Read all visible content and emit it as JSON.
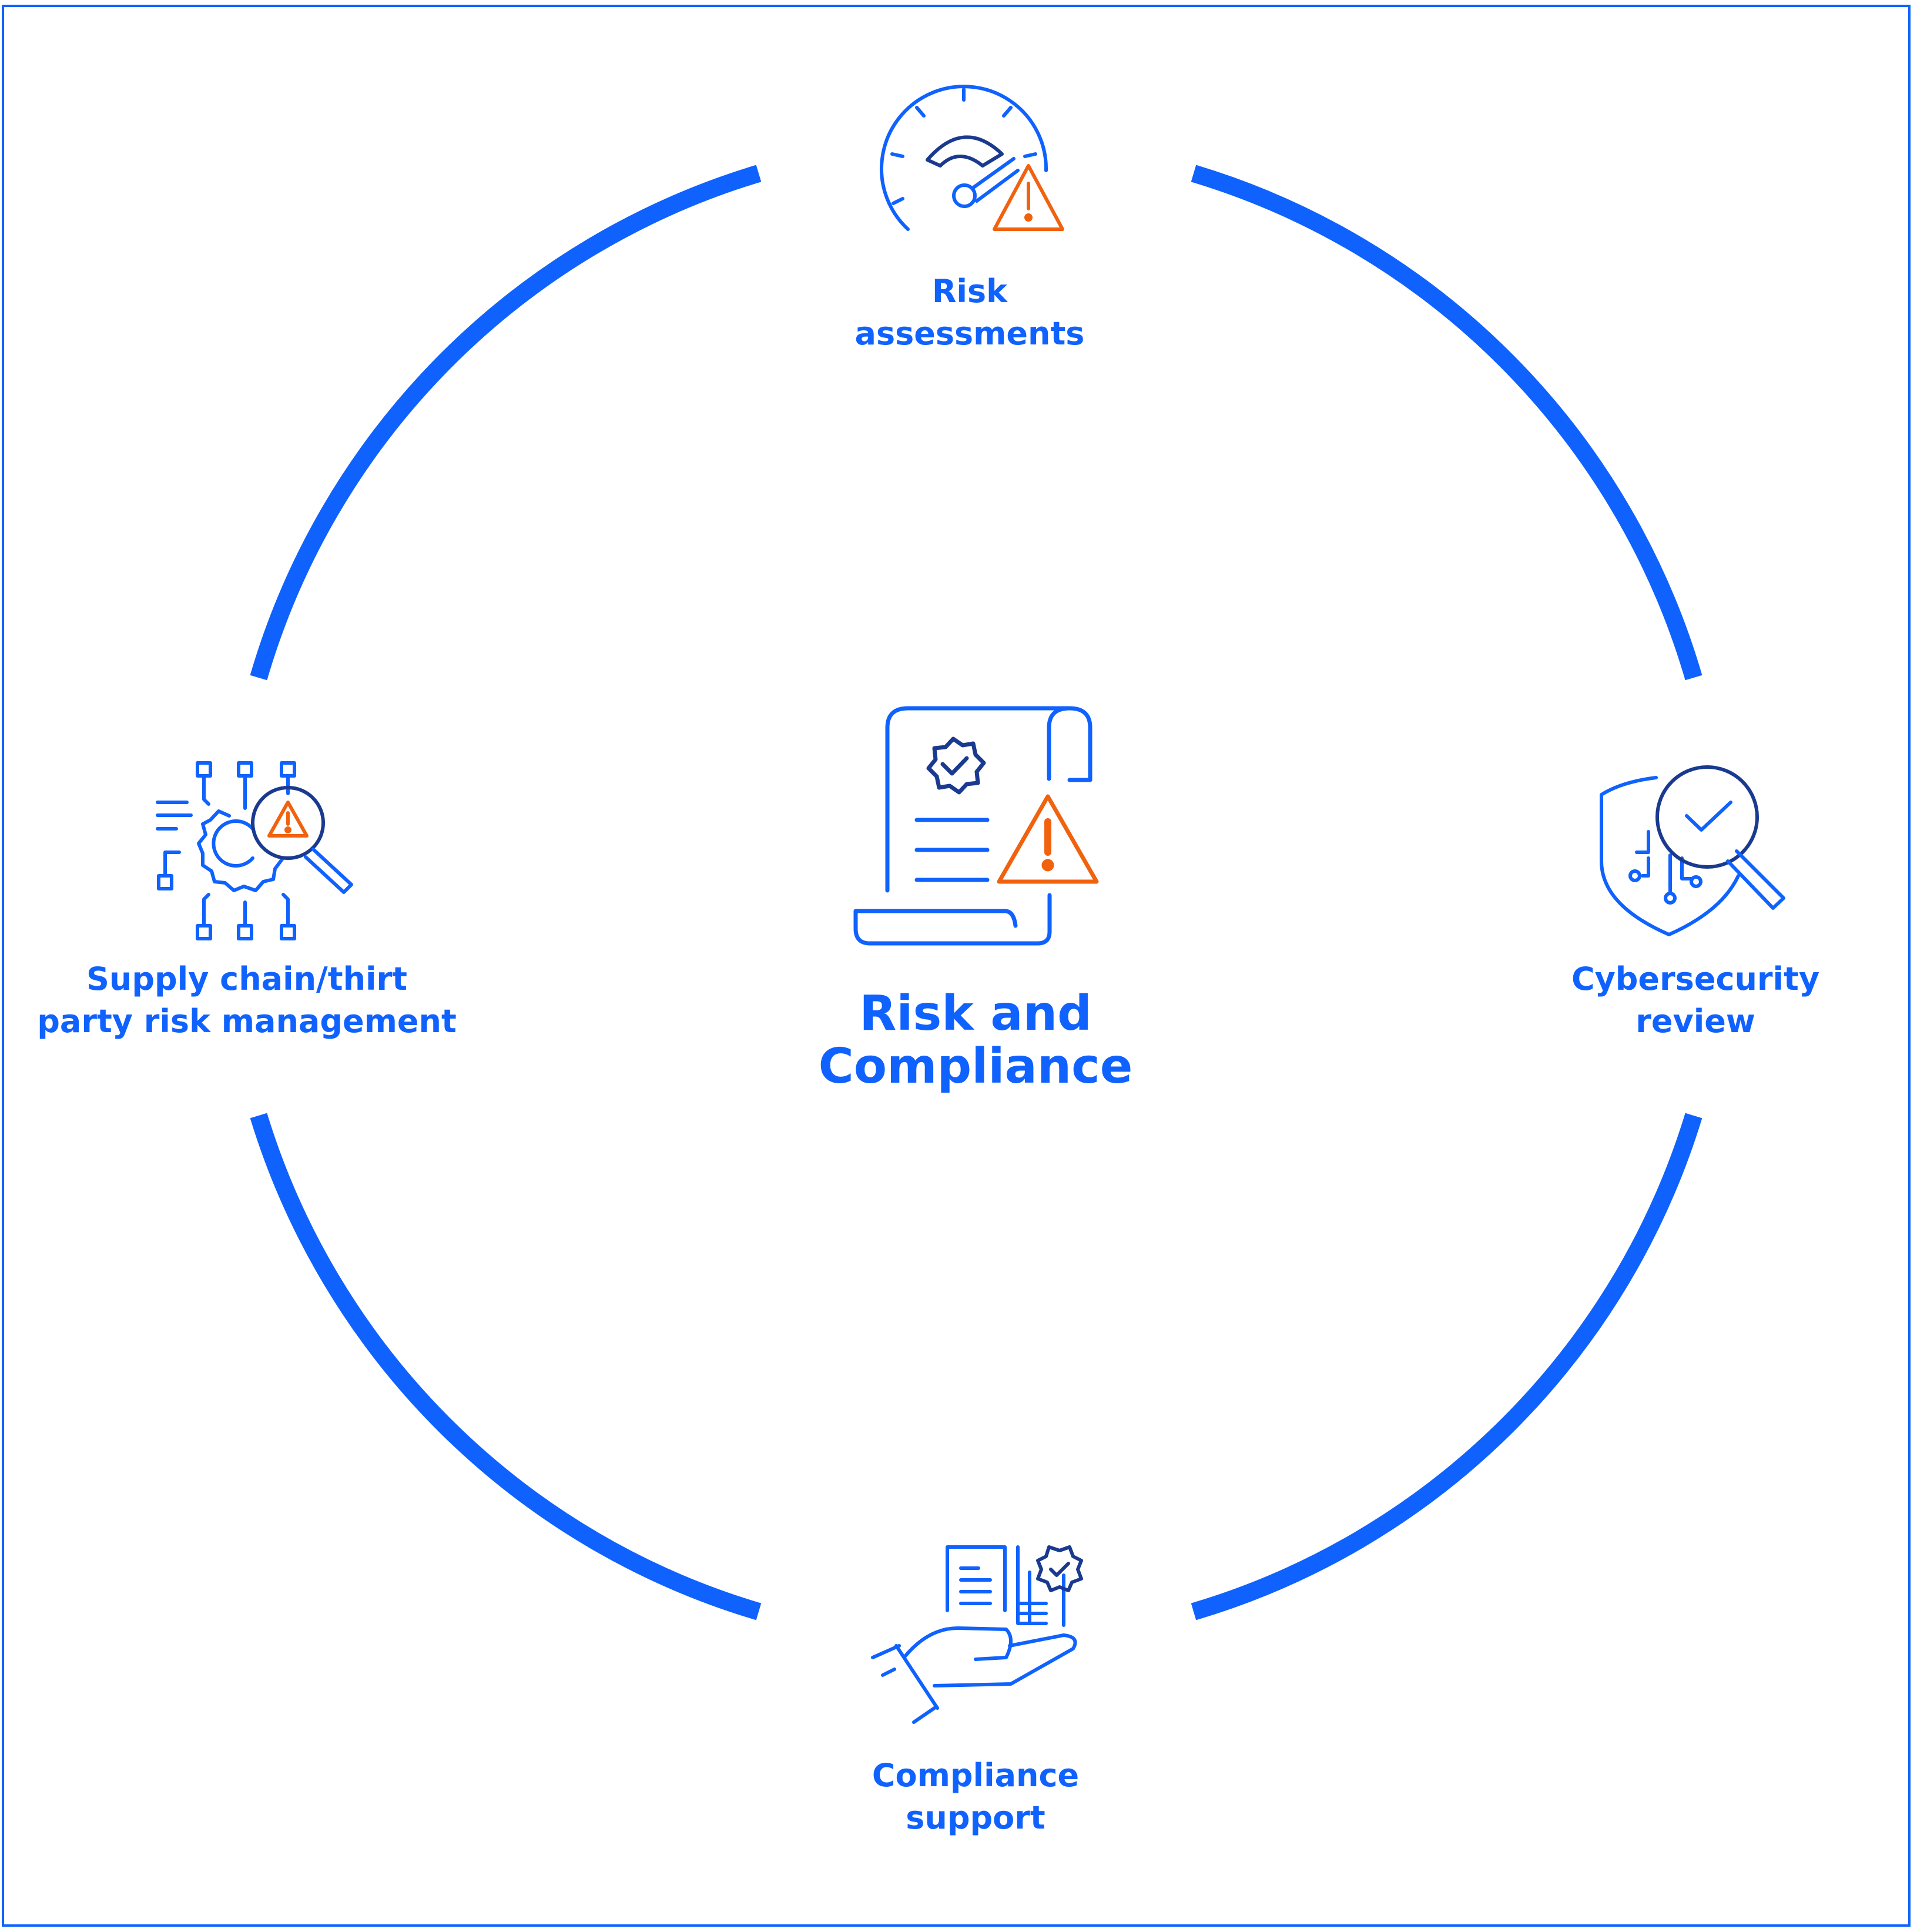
{
  "colors": {
    "primary": "#0f62fe",
    "dark": "#0043ce",
    "navy": "#1a3a8f",
    "warning": "#f1620f"
  },
  "center": {
    "title": "Risk and\nCompliance",
    "icon": "compliance-document-warning-icon"
  },
  "nodes": [
    {
      "id": "risk-assessments",
      "label": "Risk\nassessments",
      "icon": "gauge-warning-icon"
    },
    {
      "id": "cybersecurity-review",
      "label": "Cybersecurity\nreview",
      "icon": "shield-magnifier-check-icon"
    },
    {
      "id": "compliance-support",
      "label": "Compliance\nsupport",
      "icon": "hand-document-badge-icon"
    },
    {
      "id": "supply-chain",
      "label": "Supply chain/thirt\nparty risk management",
      "icon": "gear-network-magnifier-warning-icon"
    }
  ]
}
